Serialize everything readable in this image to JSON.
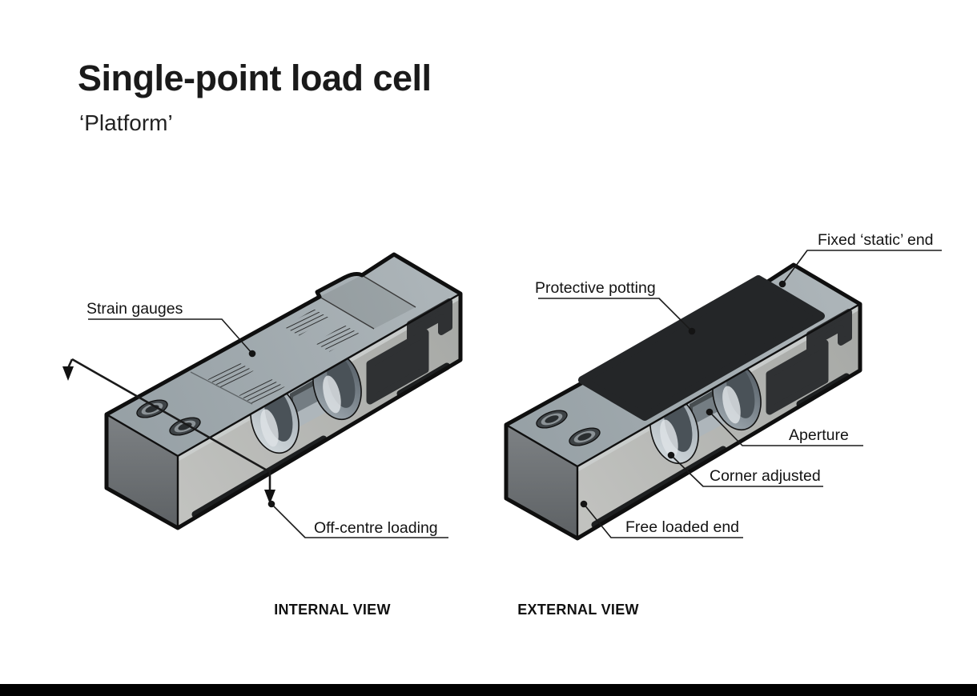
{
  "header": {
    "title": "Single-point load cell",
    "subtitle": "‘Platform’"
  },
  "internal_view": {
    "caption": "INTERNAL VIEW",
    "labels": {
      "strain_gauges": "Strain gauges",
      "off_centre_loading": "Off-centre loading"
    }
  },
  "external_view": {
    "caption": "EXTERNAL VIEW",
    "labels": {
      "fixed_static_end": "Fixed ‘static’ end",
      "protective_potting": "Protective potting",
      "aperture": "Aperture",
      "corner_adjusted": "Corner adjusted",
      "free_loaded_end": "Free loaded end"
    }
  },
  "colors": {
    "background": "#ffffff",
    "outline": "#0f0f0f",
    "metal_top": "#a0a8ad",
    "metal_front": "#b4b6b3",
    "metal_end": "#6d7174",
    "bore_steel": "#8f999f",
    "potting": "#242628",
    "cutout_dark": "#2f3133",
    "bottom_bar": "#000000"
  }
}
